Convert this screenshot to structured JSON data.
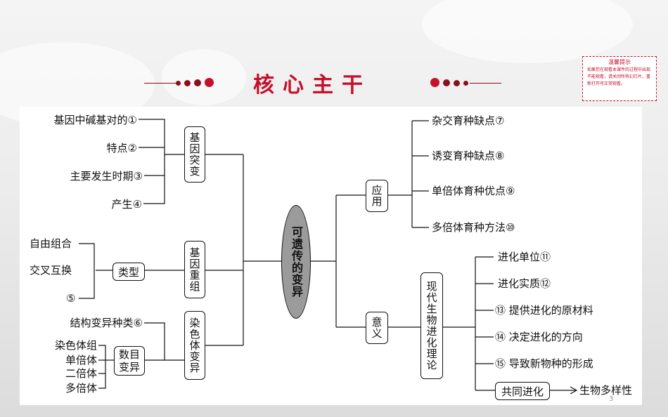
{
  "banner": {
    "title": "核心主干"
  },
  "tip": {
    "title": "温馨提示",
    "body": "如果您在观看本课件的过程中出现不能观看，请关闭所有幻灯片，重新打开可正常观看。"
  },
  "center": {
    "label": "可遗传的变异"
  },
  "left": {
    "gene_mutation": {
      "label": "基因突变",
      "items": [
        "基因中碱基对的①",
        "特点②",
        "主要发生时期③",
        "产生④"
      ]
    },
    "recombination": {
      "label": "基因重组",
      "type_label": "类型",
      "items": [
        "自由组合",
        "交叉互换",
        "⑤"
      ]
    },
    "chromosome": {
      "label": "染色体变异",
      "structure_item": "结构变异种类⑥",
      "number_label": "数目变异",
      "number_items": [
        "染色体组",
        "单倍体",
        "二倍体",
        "多倍体"
      ]
    }
  },
  "right": {
    "application": {
      "label": "应用",
      "items": [
        "杂交育种缺点⑦",
        "诱变育种缺点⑧",
        "单倍体育种优点⑨",
        "多倍体育种方法⑩"
      ]
    },
    "significance": {
      "label": "意义",
      "theory_label": "现代生物进化理论",
      "items": [
        "进化单位⑪",
        "进化实质⑫",
        "⑬ 提供进化的原材料",
        "⑭ 决定进化的方向",
        "⑮ 导致新物种的形成"
      ],
      "coevolution_label": "共同进化",
      "coevolution_result": "生物多样性"
    }
  },
  "page_number": "3"
}
